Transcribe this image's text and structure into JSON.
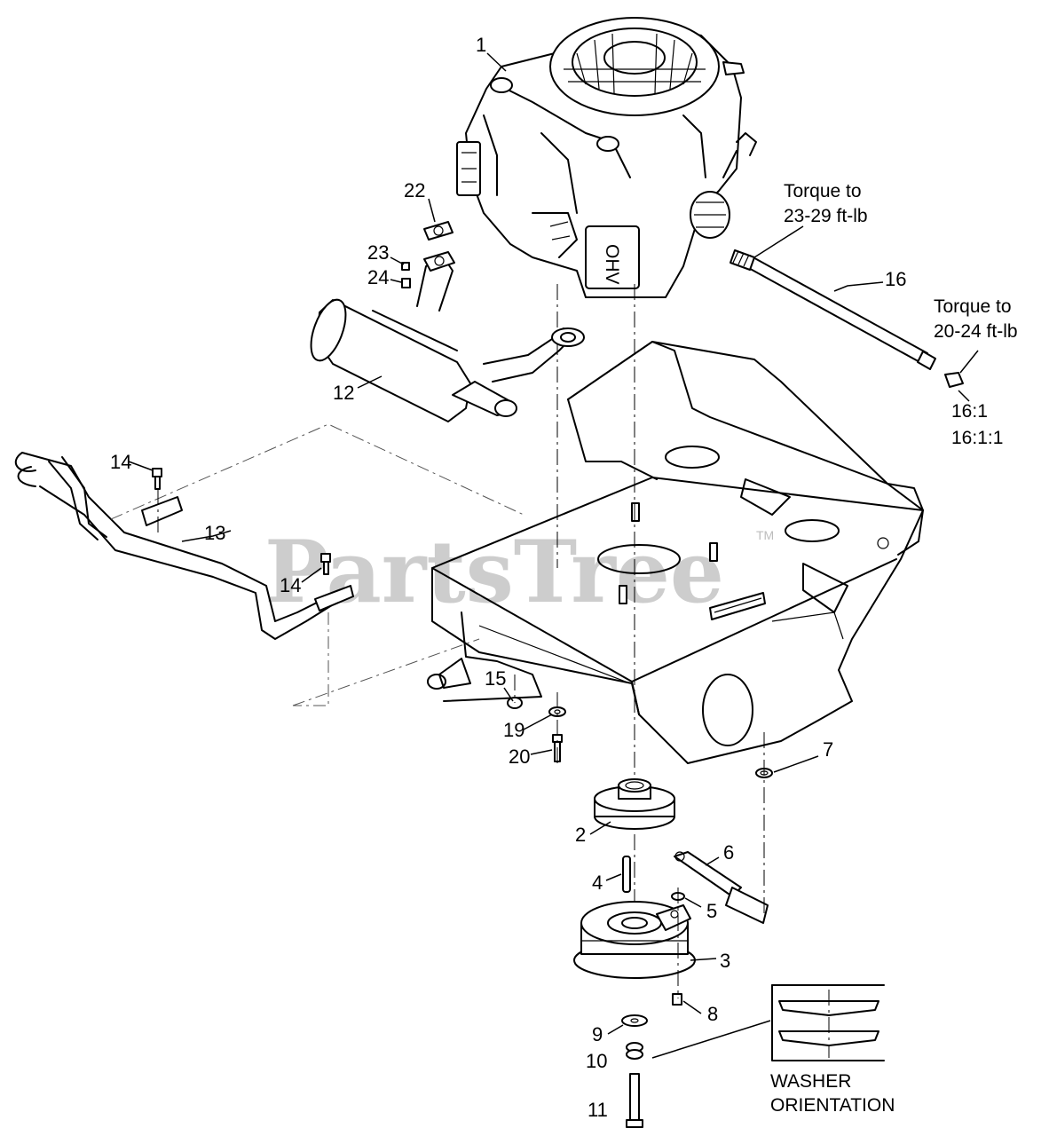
{
  "watermark": {
    "text": "PartsTree",
    "tm": "TM"
  },
  "callouts": {
    "c1": "1",
    "c2": "2",
    "c3": "3",
    "c4": "4",
    "c5": "5",
    "c6": "6",
    "c7": "7",
    "c8": "8",
    "c9": "9",
    "c10": "10",
    "c11": "11",
    "c12": "12",
    "c13": "13",
    "c14a": "14",
    "c14b": "14",
    "c15": "15",
    "c16": "16",
    "c19": "19",
    "c20": "20",
    "c22": "22",
    "c23": "23",
    "c24": "24"
  },
  "notes": {
    "torque_fitting_line1": "Torque to",
    "torque_fitting_line2": "23-29 ft-lb",
    "torque_cap_line1": "Torque to",
    "torque_cap_line2": "20-24 ft-lb",
    "cap_ref_1": "16:1",
    "cap_ref_2": "16:1:1",
    "washer_line1": "WASHER",
    "washer_line2": "ORIENTATION"
  },
  "engine_label": "OHV"
}
